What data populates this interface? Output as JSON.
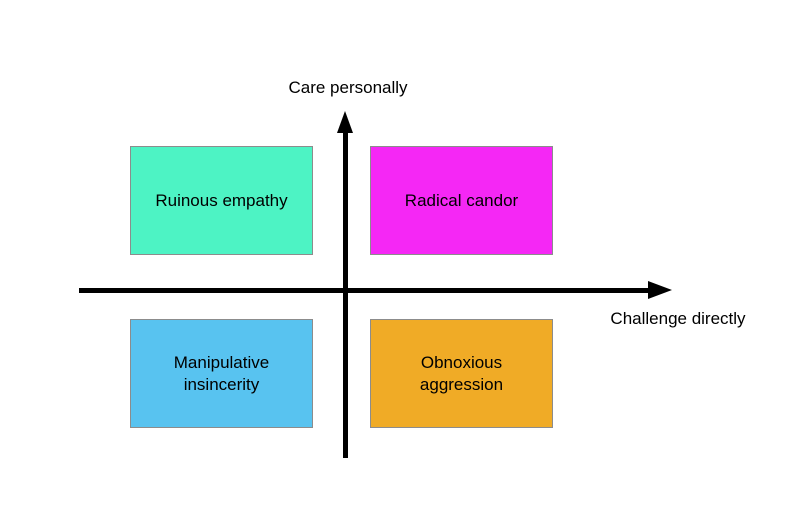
{
  "diagram": {
    "background_color": "#ffffff",
    "axis_color": "#000000",
    "box_border_color": "#8c8c8c",
    "text_color": "#000000",
    "y_axis_label": "Care personally",
    "x_axis_label": "Challenge directly",
    "quadrants": [
      {
        "position": "top-left",
        "label": "Ruinous empathy",
        "color": "#4df3c4"
      },
      {
        "position": "top-right",
        "label": "Radical candor",
        "color": "#f527f5"
      },
      {
        "position": "bottom-left",
        "label": "Manipulative insincerity",
        "color": "#58c3f0"
      },
      {
        "position": "bottom-right",
        "label": "Obnoxious aggression",
        "color": "#f0ab26"
      }
    ]
  }
}
